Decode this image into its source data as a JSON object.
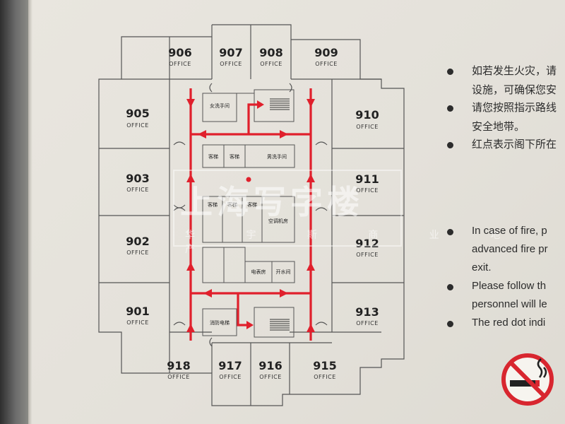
{
  "rooms": [
    {
      "num": "906",
      "sub": "OFFICE"
    },
    {
      "num": "907",
      "sub": "OFFICE"
    },
    {
      "num": "908",
      "sub": "OFFICE"
    },
    {
      "num": "909",
      "sub": "OFFICE"
    },
    {
      "num": "905",
      "sub": "OFFICE"
    },
    {
      "num": "910",
      "sub": "OFFICE"
    },
    {
      "num": "903",
      "sub": "OFFICE"
    },
    {
      "num": "911",
      "sub": "OFFICE"
    },
    {
      "num": "902",
      "sub": "OFFICE"
    },
    {
      "num": "912",
      "sub": "OFFICE"
    },
    {
      "num": "901",
      "sub": "OFFICE"
    },
    {
      "num": "913",
      "sub": "OFFICE"
    },
    {
      "num": "918",
      "sub": "OFFICE"
    },
    {
      "num": "917",
      "sub": "OFFICE"
    },
    {
      "num": "916",
      "sub": "OFFICE"
    },
    {
      "num": "915",
      "sub": "OFFICE"
    }
  ],
  "core": {
    "womens_restroom": "女洗手间",
    "elevator_1": "客梯",
    "elevator_2": "客梯",
    "mens_restroom": "男洗手间",
    "elevator_3": "客梯",
    "elevator_4": "客梯",
    "elevator_5": "客梯",
    "ac_room": "空调机房",
    "electric_room": "电表房",
    "water_room": "开水间",
    "fire_elevator": "消防电梯"
  },
  "notes_zh": [
    "如若发生火灾，请",
    "设施，可确保您安",
    "请您按照指示路线",
    "安全地带。",
    "红点表示阁下所在"
  ],
  "notes_en": [
    "In case of fire, p",
    "advanced fire pr",
    "exit.",
    "Please follow th",
    "personnel will le",
    "The red dot indi"
  ],
  "watermark": {
    "main": "上海写字楼",
    "sub": "华 宇 斯 商 业 地 产"
  },
  "colors": {
    "route": "#e0202c",
    "board": "#e6e3dc",
    "lines": "#555555"
  },
  "icons": {
    "no_smoking": "no-smoking-icon"
  }
}
